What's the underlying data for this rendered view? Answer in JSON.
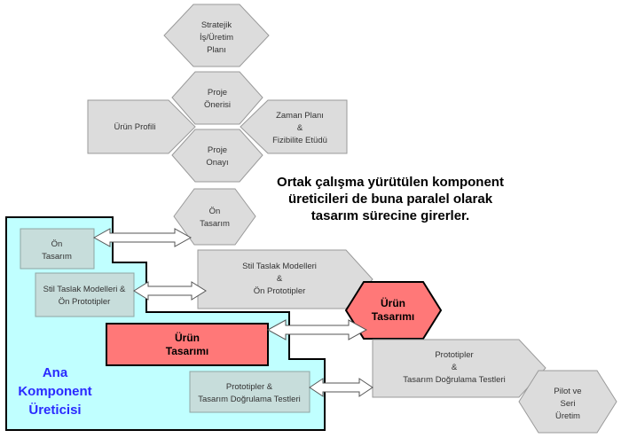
{
  "colors": {
    "shape_gray": "#dcdcdc",
    "component_bg": "#c0ffff",
    "highlight_red": "#ff7878",
    "label_blue": "#2a2aff"
  },
  "main_flow": {
    "strategic": [
      "Stratejik",
      "İş/Üretim",
      "Planı"
    ],
    "proposal": [
      "Proje",
      "Önerisi"
    ],
    "product_profile": [
      "Ürün Profili"
    ],
    "schedule": [
      "Zaman Planı",
      "&",
      "Fizibilite Etüdü"
    ],
    "approval": [
      "Proje",
      "Onayı"
    ],
    "pre_design": [
      "Ön",
      "Tasarım"
    ],
    "style_models": [
      "Stil Taslak Modelleri",
      "&",
      "Ön Prototipler"
    ],
    "product_design": [
      "Ürün",
      "Tasarımı"
    ],
    "prototypes": [
      "Prototipler",
      "&",
      "Tasarım Doğrulama Testleri"
    ],
    "pilot": [
      "Pilot ve",
      "Seri",
      "Üretim"
    ]
  },
  "note": [
    "Ortak çalışma yürütülen komponent",
    "üreticileri de buna paralel olarak",
    "tasarım sürecine girerler."
  ],
  "component_maker": {
    "title": [
      "Ana",
      "Komponent",
      "Üreticisi"
    ],
    "pre_design": [
      "Ön",
      "Tasarım"
    ],
    "style_models": [
      "Stil Taslak Modelleri &",
      "Ön Prototipler"
    ],
    "product_design": [
      "Ürün",
      "Tasarımı"
    ],
    "prototypes": [
      "Prototipler   &",
      "Tasarım Doğrulama Testleri"
    ]
  }
}
